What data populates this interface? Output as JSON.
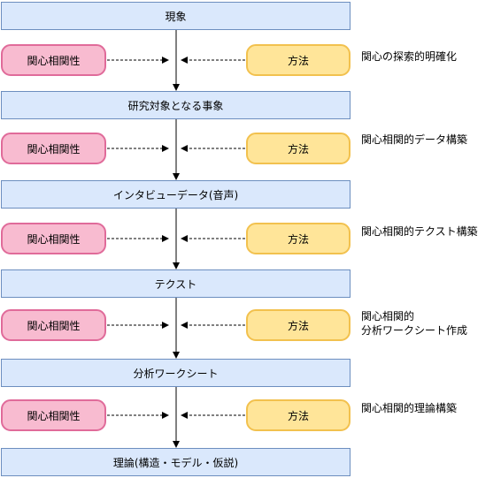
{
  "stages": [
    "現象",
    "研究対象となる事象",
    "インタビューデータ(音声)",
    "テクスト",
    "分析ワークシート",
    "理論(構造・モデル・仮説)"
  ],
  "transitions": [
    {
      "left": "関心相関性",
      "right": "方法",
      "note": [
        "関心の探索的明確化"
      ]
    },
    {
      "left": "関心相関性",
      "right": "方法",
      "note": [
        "関心相関的データ構築"
      ]
    },
    {
      "left": "関心相関性",
      "right": "方法",
      "note": [
        "関心相関的テクスト構築"
      ]
    },
    {
      "left": "関心相関性",
      "right": "方法",
      "note": [
        "関心相関的",
        "分析ワークシート作成"
      ]
    },
    {
      "left": "関心相関性",
      "right": "方法",
      "note": [
        "関心相関的理論構築"
      ]
    }
  ],
  "colors": {
    "stage_fill": "#dae8fc",
    "stage_border": "#6c8ebf",
    "left_fill": "#f8bbd0",
    "left_border": "#e06b9a",
    "right_fill": "#ffe599",
    "right_border": "#f2c14e"
  }
}
